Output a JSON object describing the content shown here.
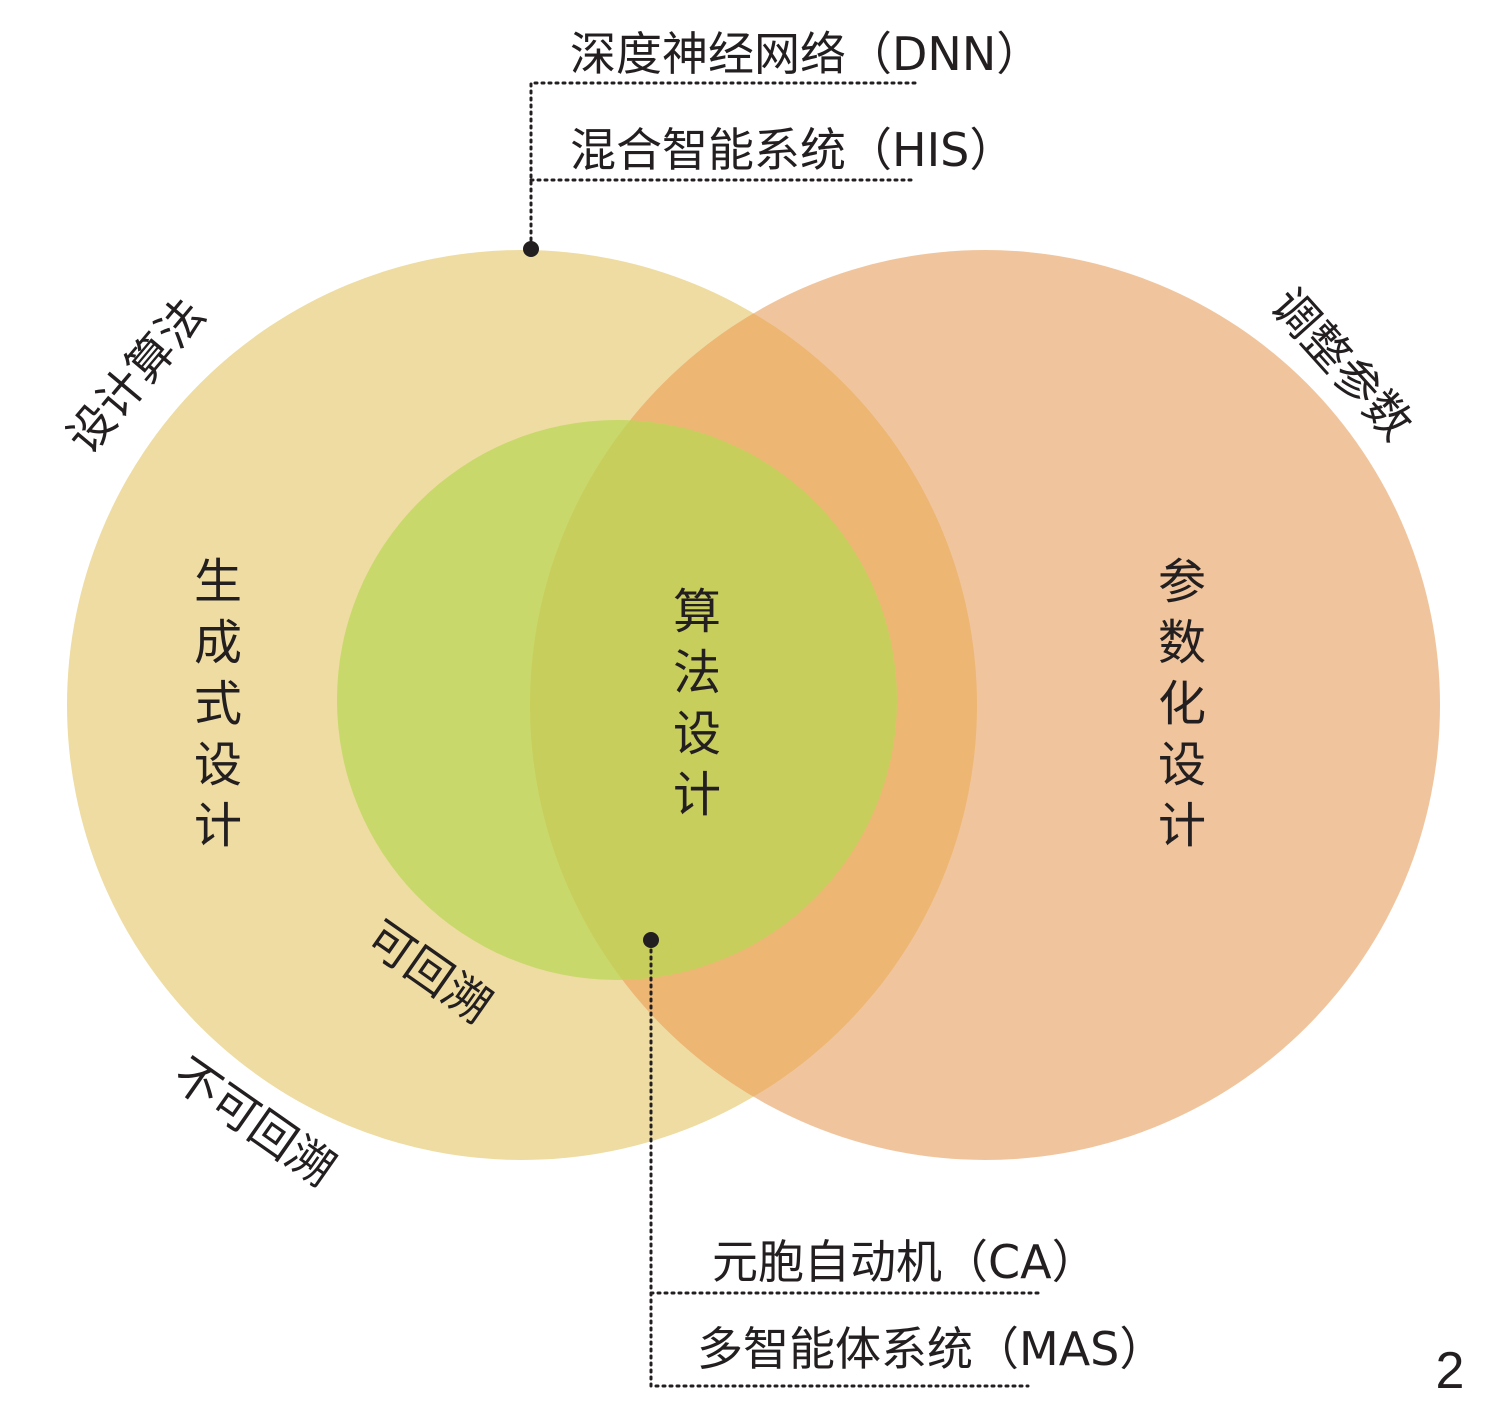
{
  "colors": {
    "generative": "#EEDCA2",
    "parametric": "#F0C59D",
    "overlap": "#EDB673",
    "algorithmic": "#C9D86B",
    "algorithmic_overlap": "#C8CE5C",
    "text": "#231F20"
  },
  "circles": {
    "generative": {
      "label_chars": [
        "生",
        "成",
        "式",
        "设",
        "计"
      ]
    },
    "algorithmic": {
      "label_chars": [
        "算",
        "法",
        "设",
        "计"
      ]
    },
    "parametric": {
      "label_chars": [
        "参",
        "数",
        "化",
        "设",
        "计"
      ]
    }
  },
  "arc_labels": {
    "design_algorithm": "设计算法",
    "adjust_parameters": "调整参数",
    "traceable": "可回溯",
    "untraceable": "不可回溯"
  },
  "callouts": {
    "top": [
      "深度神经网络（DNN）",
      "混合智能系统（HIS）"
    ],
    "bottom": [
      "元胞自动机（CA）",
      "多智能体系统（MAS）"
    ]
  },
  "page_number": "2"
}
